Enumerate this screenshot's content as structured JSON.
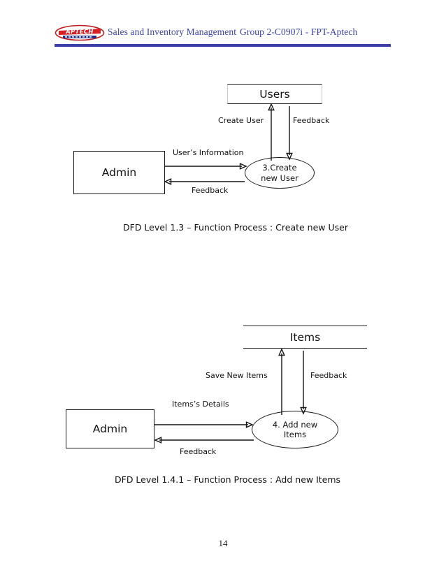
{
  "header": {
    "logo_icon": "aptech-logo-icon",
    "logo_text": "APTECH",
    "title": "Sales and Inventory Management",
    "group": "Group 2-C0907i  -  FPT-Aptech",
    "rule_color": "#3b3fa8",
    "text_color": "#3a42ad"
  },
  "page_number": "14",
  "diagrams": [
    {
      "id": "dfd-1-3",
      "caption": "DFD Level 1.3 – Function Process : Create new User",
      "datastore": {
        "label": "Users"
      },
      "entity": {
        "label": "Admin"
      },
      "process": {
        "line1": "3.Create",
        "line2": "new User"
      },
      "flows": [
        {
          "name": "create-user",
          "label": "Create User"
        },
        {
          "name": "feedback-store",
          "label": "Feedback"
        },
        {
          "name": "users-information",
          "label": "User’s Information"
        },
        {
          "name": "feedback-admin",
          "label": "Feedback"
        }
      ]
    },
    {
      "id": "dfd-1-4-1",
      "caption": "DFD Level 1.4.1 – Function Process : Add new Items",
      "datastore": {
        "label": "Items"
      },
      "entity": {
        "label": "Admin"
      },
      "process": {
        "line1": "4. Add new",
        "line2": "Items"
      },
      "flows": [
        {
          "name": "save-new-items",
          "label": "Save New Items"
        },
        {
          "name": "feedback-store",
          "label": "Feedback"
        },
        {
          "name": "items-details",
          "label": "Items’s Details"
        },
        {
          "name": "feedback-admin",
          "label": "Feedback"
        }
      ]
    }
  ]
}
